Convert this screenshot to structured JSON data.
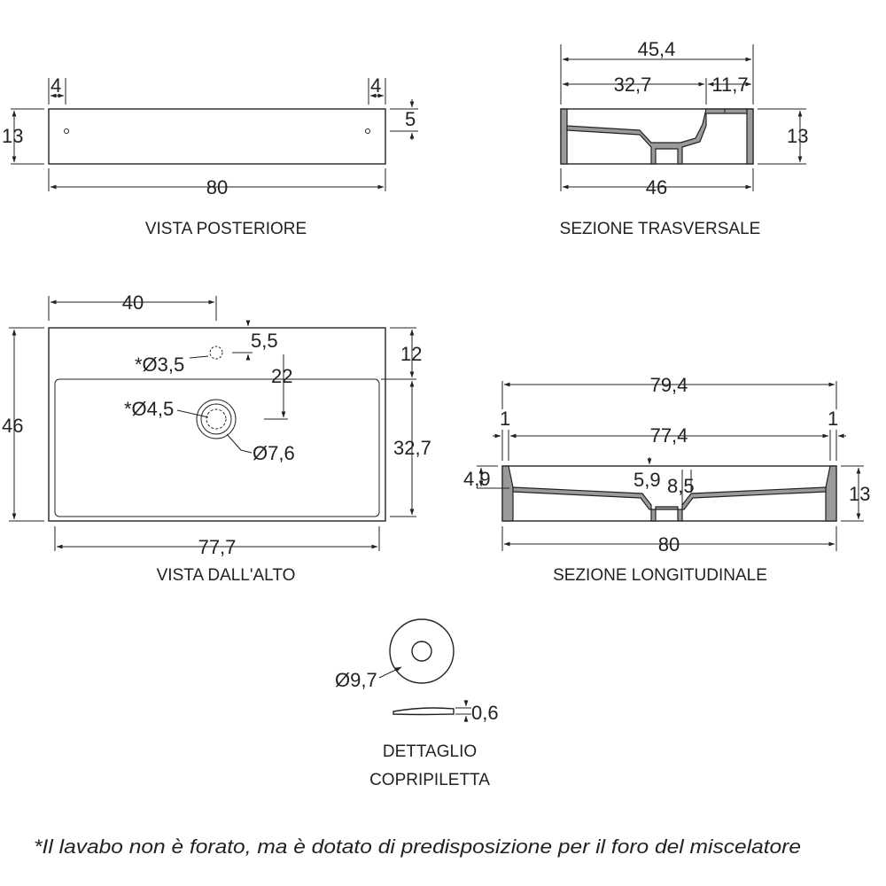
{
  "views": {
    "rear": {
      "caption": "VISTA POSTERIORE",
      "dims": {
        "width": "80",
        "height": "13",
        "left_offset": "4",
        "right_offset": "4",
        "hole_height": "5"
      }
    },
    "cross_section": {
      "caption": "SEZIONE TRASVERSALE",
      "dims": {
        "overall_top": "45,4",
        "basin": "32,7",
        "deck": "11,7",
        "height": "13",
        "bottom": "46"
      }
    },
    "top": {
      "caption": "VISTA DALL'ALTO",
      "dims": {
        "half_width": "40",
        "depth": "46",
        "tap_hole_dia": "*Ø3,5",
        "tap_hole_offset": "5,5",
        "drain_offset": "22",
        "back_deck": "12",
        "drain_hole_dia": "*Ø4,5",
        "drain_outer_dia": "Ø7,6",
        "basin_depth": "32,7",
        "basin_width": "77,7"
      }
    },
    "longitudinal_section": {
      "caption": "SEZIONE LONGITUDINALE",
      "dims": {
        "outer_top": "79,4",
        "inner_top": "77,4",
        "wall_left": "1",
        "wall_right": "1",
        "rim": "4,9",
        "drain_depth": "5,9",
        "drain_width": "8,5",
        "height": "13",
        "bottom": "80"
      }
    },
    "drain_cover": {
      "caption_line1": "DETTAGLIO",
      "caption_line2": "COPRIPILETTA",
      "dims": {
        "diameter": "Ø9,7",
        "thickness": "0,6"
      }
    }
  },
  "footnote": "*Il lavabo non è forato, ma è dotato di predisposizione per il foro del miscelatore"
}
